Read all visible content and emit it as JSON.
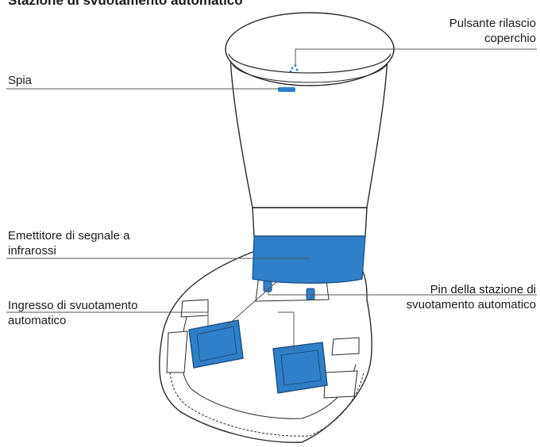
{
  "title": "Stazione di svuotamento automatico",
  "labels": {
    "pulsante_line1": "Pulsante rilascio",
    "pulsante_line2": "coperchio",
    "spia": "Spia",
    "emettitore_line1": "Emettitore di segnale a",
    "emettitore_line2": "infrarossi",
    "pin_line1": "Pin della stazione di",
    "pin_line2": "svuotamento automatico",
    "ingresso_line1": "Ingresso di svuotamento",
    "ingresso_line2": "automatico"
  },
  "colors": {
    "accent": "#2f7fc8",
    "outline": "#2a2a2a",
    "leader": "#555555"
  }
}
